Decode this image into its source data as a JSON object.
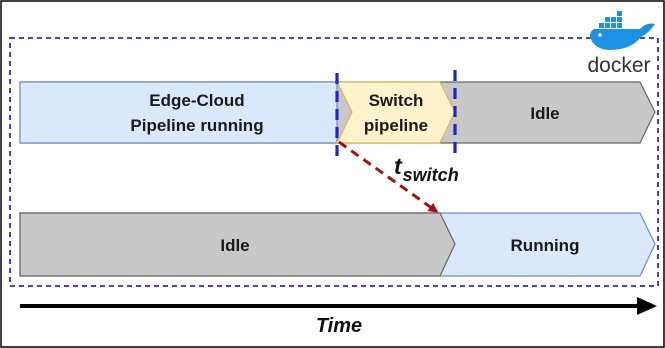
{
  "diagram": {
    "top_row": {
      "stage1": {
        "line1": "Edge-Cloud",
        "line2": "Pipeline running"
      },
      "stage2": {
        "line1": "Switch",
        "line2": "pipeline"
      },
      "stage3": {
        "label": "Idle"
      }
    },
    "bottom_row": {
      "stage1": {
        "label": "Idle"
      },
      "stage2": {
        "label": "Running"
      }
    },
    "transition": {
      "label_main": "t",
      "label_sub": "switch"
    },
    "time_axis": {
      "label": "Time"
    },
    "logo": {
      "text": "docker",
      "icon": "docker-whale-icon"
    },
    "colors": {
      "blue_fill": "#dae8fc",
      "blue_stroke": "#6c8ebf",
      "yellow_fill": "#fff2cc",
      "yellow_stroke": "#d6b656",
      "gray_fill": "#c8c8c8",
      "gray_stroke": "#666666",
      "dashed_border": "#2b2bb0",
      "arrow_red": "#a50f0f",
      "docker_blue": "#1d91e6"
    }
  }
}
